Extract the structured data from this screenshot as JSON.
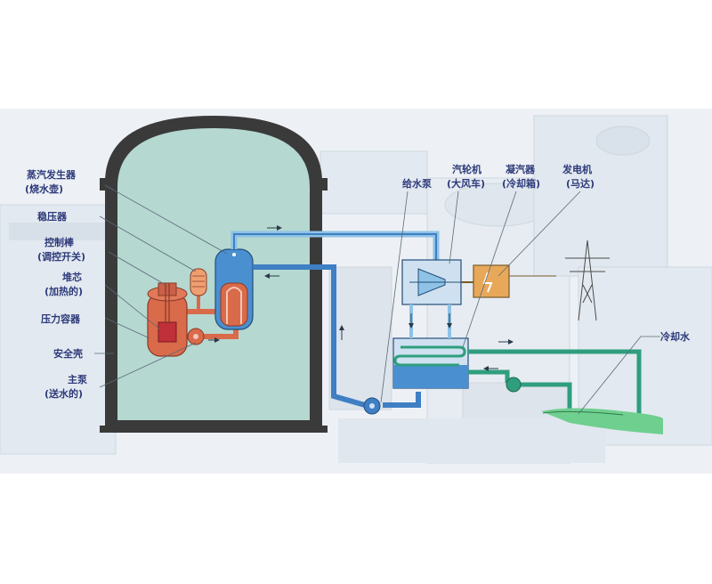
{
  "labels": {
    "steam_generator": "蒸汽发生器",
    "steam_generator_sub": "(烧水壶)",
    "pressurizer": "稳压器",
    "control_rod": "控制棒",
    "control_rod_sub": "(调控开关)",
    "reactor_core": "堆芯",
    "reactor_core_sub": "(加热的)",
    "pressure_vessel": "压力容器",
    "containment": "安全壳",
    "main_pump": "主泵",
    "main_pump_sub": "(送水的)",
    "feed_pump": "给水泵",
    "turbine": "汽轮机",
    "turbine_sub": "(大风车)",
    "condenser": "凝汽器",
    "condenser_sub": "(冷却箱)",
    "generator": "发电机",
    "generator_sub": "(马达)",
    "cooling_water": "冷却水"
  },
  "colors": {
    "containment_fill": "#b5d8d0",
    "containment_wall": "#3a3a3a",
    "primary_loop": "#d96a4a",
    "secondary_loop": "#3f7fc4",
    "tertiary_loop": "#2f9e7e",
    "generator_box": "#e8a85a",
    "background_plant": "#dfe6ee",
    "label_text": "#2d3a7a"
  }
}
